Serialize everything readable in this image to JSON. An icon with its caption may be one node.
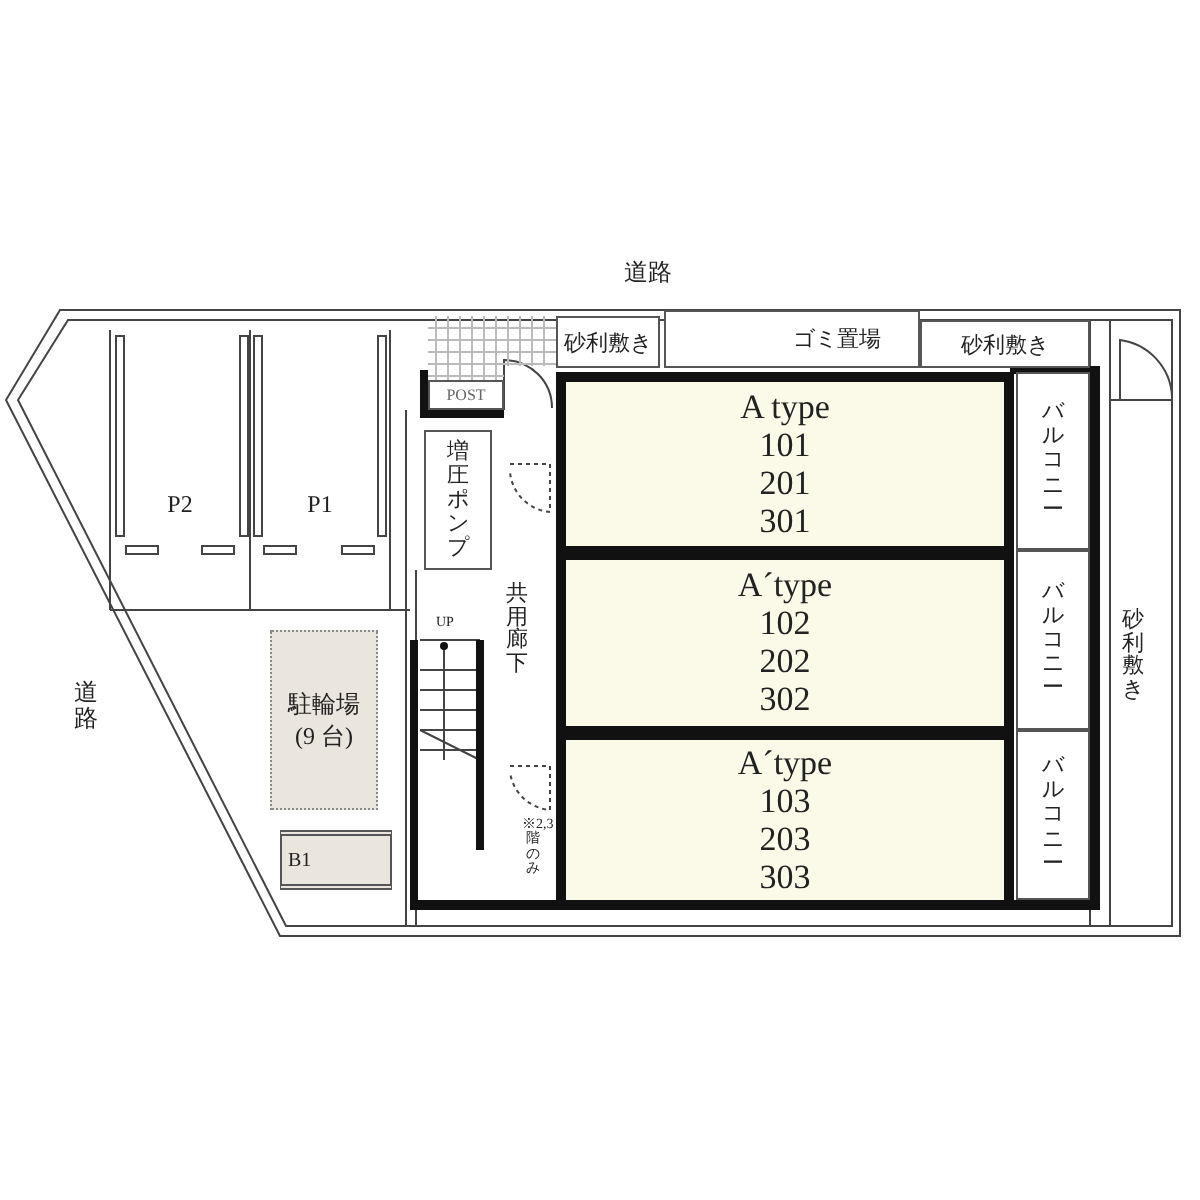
{
  "diagram": {
    "nodes": [
      {
        "text": [
          "A type",
          "101 201 301"
        ]
      },
      {
        "text": [
          "A´type",
          "102 202 302"
        ]
      },
      {
        "text": [
          "A´type",
          "103 203 303"
        ]
      },
      {
        "text": [
          "バルコニー"
        ]
      },
      {
        "text": [
          "バルコニー"
        ]
      },
      {
        "text": [
          "バルコニー"
        ]
      },
      {
        "text": [
          "砂利敷き"
        ]
      },
      {
        "text": [
          "ゴミ置場"
        ]
      },
      {
        "text": [
          "砂利敷き"
        ]
      },
      {
        "text": [
          "POST"
        ]
      },
      {
        "text": [
          "増圧ポンプ"
        ]
      },
      {
        "text": [
          "P2"
        ]
      },
      {
        "text": [
          "P1"
        ]
      },
      {
        "text": [
          "駐輪場 (9 台)"
        ]
      },
      {
        "text": [
          "B1"
        ]
      }
    ],
    "edges": [],
    "labels": [
      "道路",
      "道路",
      "共用廊下",
      "UP",
      "※2,3階のみ",
      "砂利敷き"
    ]
  }
}
